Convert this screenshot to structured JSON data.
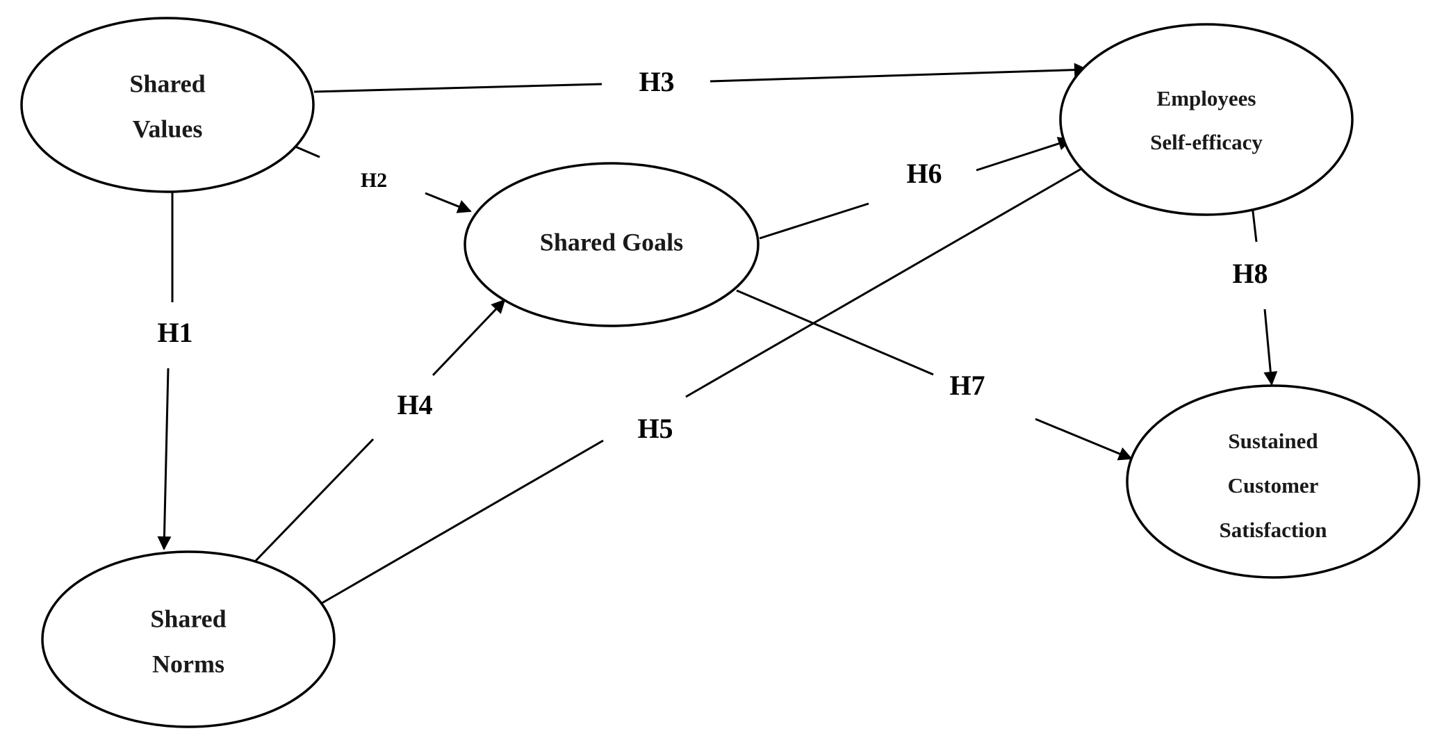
{
  "nodes": {
    "shared_values": {
      "line1": "Shared",
      "line2": "Values"
    },
    "shared_goals": {
      "line1": "Shared Goals"
    },
    "employees_self_efficacy": {
      "line1": "Employees",
      "line2": "Self-efficacy"
    },
    "shared_norms": {
      "line1": "Shared",
      "line2": "Norms"
    },
    "sustained_customer_satisfaction": {
      "line1": "Sustained",
      "line2": "Customer",
      "line3": "Satisfaction"
    }
  },
  "edges": {
    "h1": {
      "label": "H1",
      "from": "Shared Values",
      "to": "Shared Norms"
    },
    "h2": {
      "label": "H2",
      "from": "Shared Values",
      "to": "Shared Goals"
    },
    "h3": {
      "label": "H3",
      "from": "Shared Values",
      "to": "Employees Self-efficacy"
    },
    "h4": {
      "label": "H4",
      "from": "Shared Norms",
      "to": "Shared Goals"
    },
    "h5": {
      "label": "H5",
      "from": "Shared Norms",
      "to": "Employees Self-efficacy"
    },
    "h6": {
      "label": "H6",
      "from": "Shared Goals",
      "to": "Employees Self-efficacy"
    },
    "h7": {
      "label": "H7",
      "from": "Shared Goals",
      "to": "Sustained Customer Satisfaction"
    },
    "h8": {
      "label": "H8",
      "from": "Employees Self-efficacy",
      "to": "Sustained Customer Satisfaction"
    }
  },
  "colors": {
    "stroke": "#000000",
    "background": "#ffffff"
  }
}
